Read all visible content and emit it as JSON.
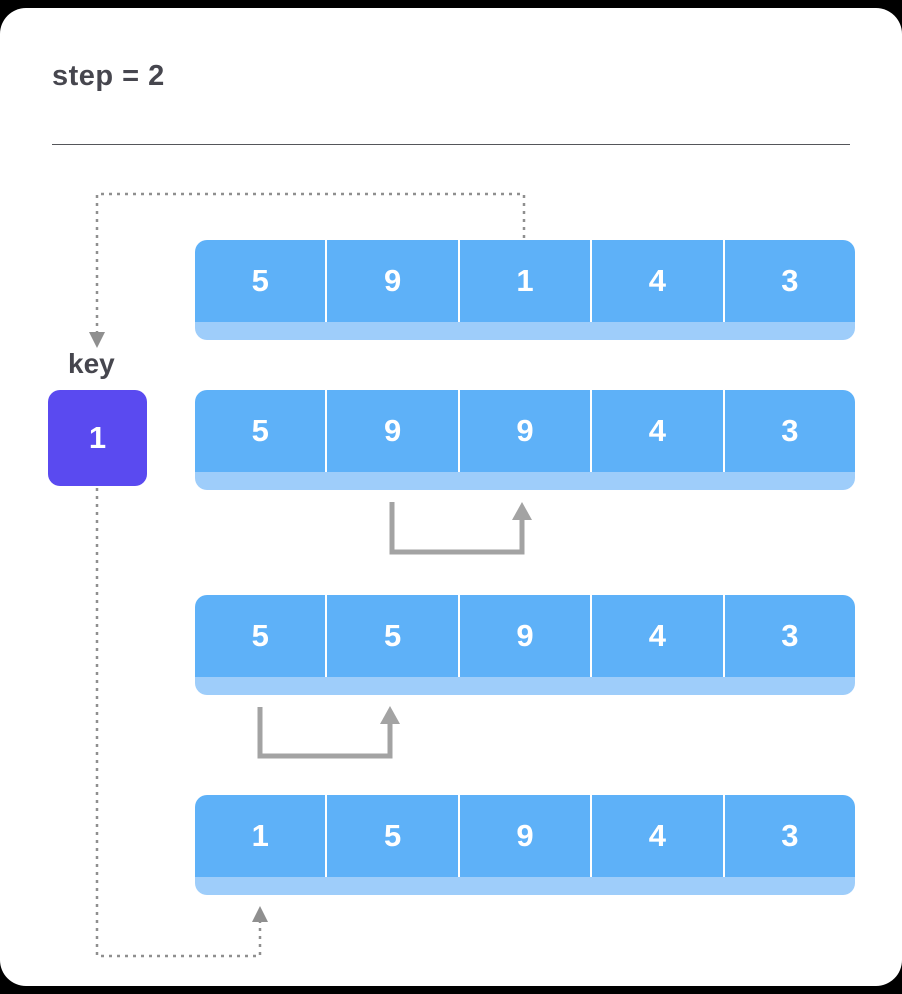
{
  "title": "step = 2",
  "key": {
    "label": "key",
    "value": "1"
  },
  "arrays": [
    [
      "5",
      "9",
      "1",
      "4",
      "3"
    ],
    [
      "5",
      "9",
      "9",
      "4",
      "3"
    ],
    [
      "5",
      "5",
      "9",
      "4",
      "3"
    ],
    [
      "1",
      "5",
      "9",
      "4",
      "3"
    ]
  ],
  "colors": {
    "cell_blue": "#5eb1f8",
    "cell_band_blue": "#9ecdfa",
    "key_purple": "#5a4af0",
    "solid_arrow_gray": "#a3a3a3",
    "dotted_arrow_gray": "#8f8f8f",
    "heading_text": "#46464e",
    "cell_text": "#ffffff"
  }
}
